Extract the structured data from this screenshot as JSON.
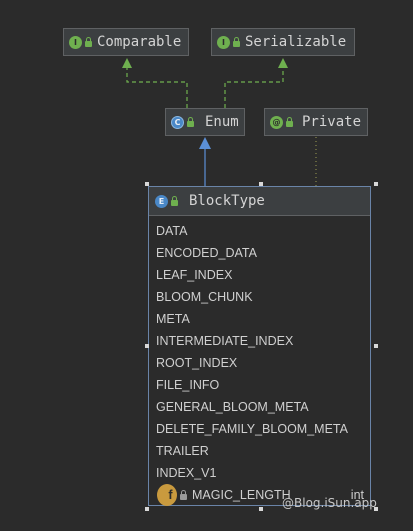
{
  "diagram": {
    "nodes": {
      "comparable": {
        "name": "Comparable",
        "kind": "interface",
        "badge": "I"
      },
      "serializable": {
        "name": "Serializable",
        "kind": "interface",
        "badge": "I"
      },
      "enum": {
        "name": "Enum",
        "kind": "abstract-class",
        "badge": "C"
      },
      "private": {
        "name": "Private",
        "kind": "annotation",
        "badge": "@"
      },
      "blocktype": {
        "name": "BlockType",
        "kind": "enum",
        "badge": "E",
        "fields": [
          "DATA",
          "ENCODED_DATA",
          "LEAF_INDEX",
          "BLOOM_CHUNK",
          "META",
          "INTERMEDIATE_INDEX",
          "ROOT_INDEX",
          "FILE_INFO",
          "GENERAL_BLOOM_META",
          "DELETE_FAMILY_BLOOM_META",
          "TRAILER",
          "INDEX_V1"
        ],
        "constant_field": {
          "name": "MAGIC_LENGTH",
          "type": "int",
          "badge": "f"
        }
      }
    },
    "edges": [
      {
        "from": "enum",
        "to": "comparable",
        "style": "dashed",
        "relation": "implements",
        "color": "#6fb04f"
      },
      {
        "from": "enum",
        "to": "serializable",
        "style": "dashed",
        "relation": "implements",
        "color": "#6fb04f"
      },
      {
        "from": "blocktype",
        "to": "enum",
        "style": "solid",
        "relation": "extends",
        "color": "#5b8fd6"
      },
      {
        "from": "blocktype",
        "to": "private",
        "style": "dotted",
        "relation": "annotated",
        "color": "#8a8a4a"
      }
    ]
  },
  "watermark": "@Blog.iSun.app"
}
